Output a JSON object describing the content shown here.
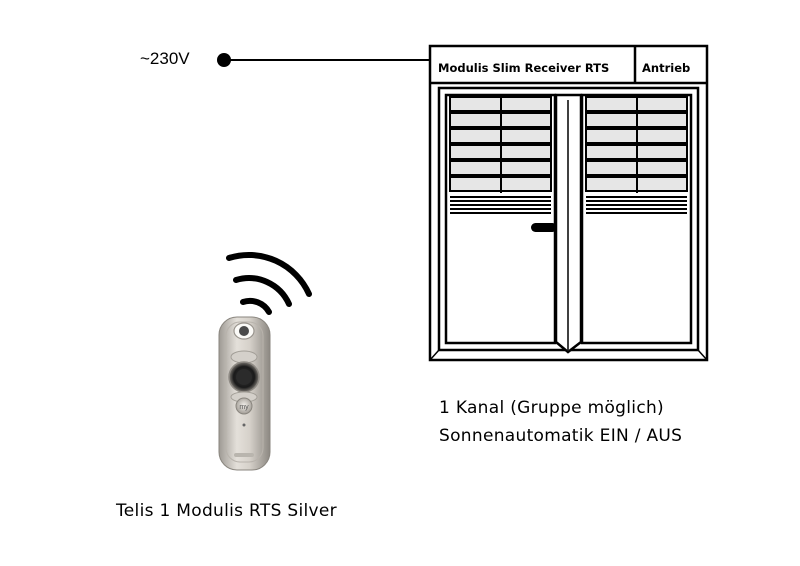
{
  "power": {
    "label": "~230V"
  },
  "receiver": {
    "label": "Modulis Slim Receiver RTS",
    "drive_label": "Antrieb"
  },
  "caption": {
    "line1": "1 Kanal (Gruppe möglich)",
    "line2": "Sonnenautomatik EIN / AUS"
  },
  "remote": {
    "label": "Telis 1 Modulis RTS Silver",
    "button_label": "my"
  }
}
